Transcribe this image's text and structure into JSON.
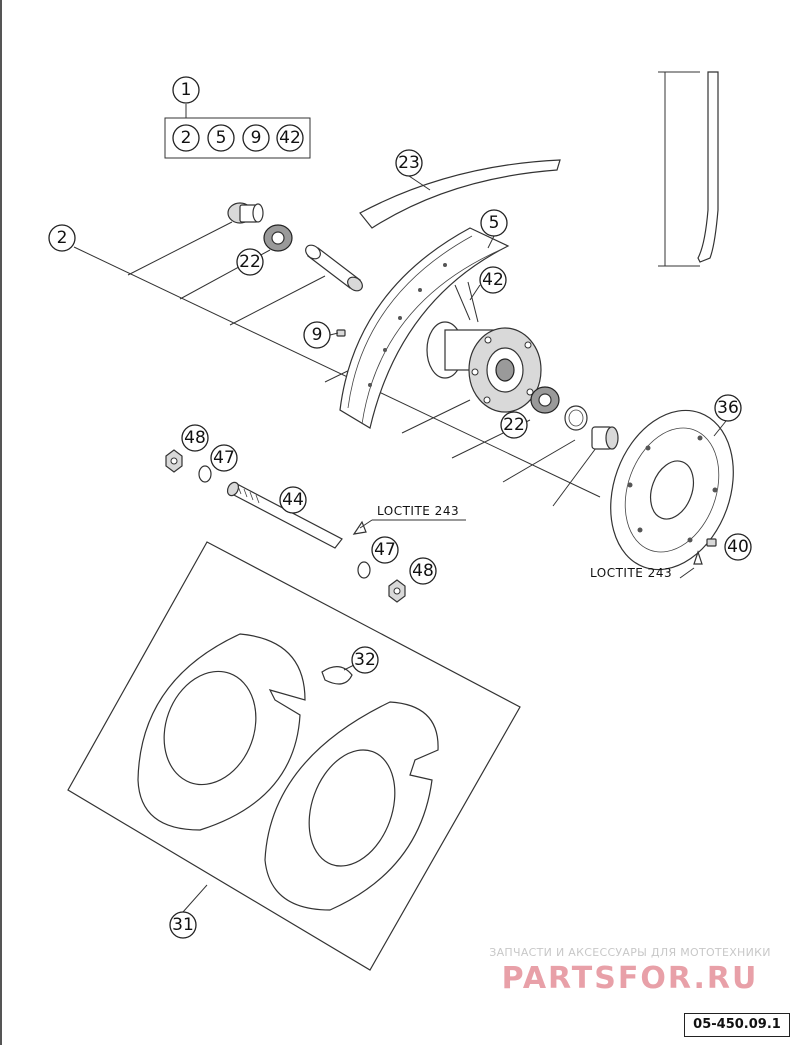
{
  "callouts": {
    "c1": "1",
    "c2a": "2",
    "c5a": "5",
    "c9a": "9",
    "c42a": "42",
    "c2": "2",
    "c22a": "22",
    "c9": "9",
    "c23": "23",
    "c5": "5",
    "c42": "42",
    "c22b": "22",
    "c36": "36",
    "c48a": "48",
    "c47a": "47",
    "c44": "44",
    "c47b": "47",
    "c48b": "48",
    "c40": "40",
    "c32": "32",
    "c31": "31"
  },
  "notes": {
    "loctite_axle": "LOCTITE 243",
    "loctite_disc": "LOCTITE 243"
  },
  "watermark": {
    "caption": "ЗАПЧАСТИ И АКСЕССУАРЫ ДЛЯ МОТОТЕХНИКИ",
    "logo": "PARTSFOR.RU"
  },
  "drawing_number": "05-450.09.1",
  "colors": {
    "line": "#333333",
    "watermark": "#e8a0a8"
  }
}
